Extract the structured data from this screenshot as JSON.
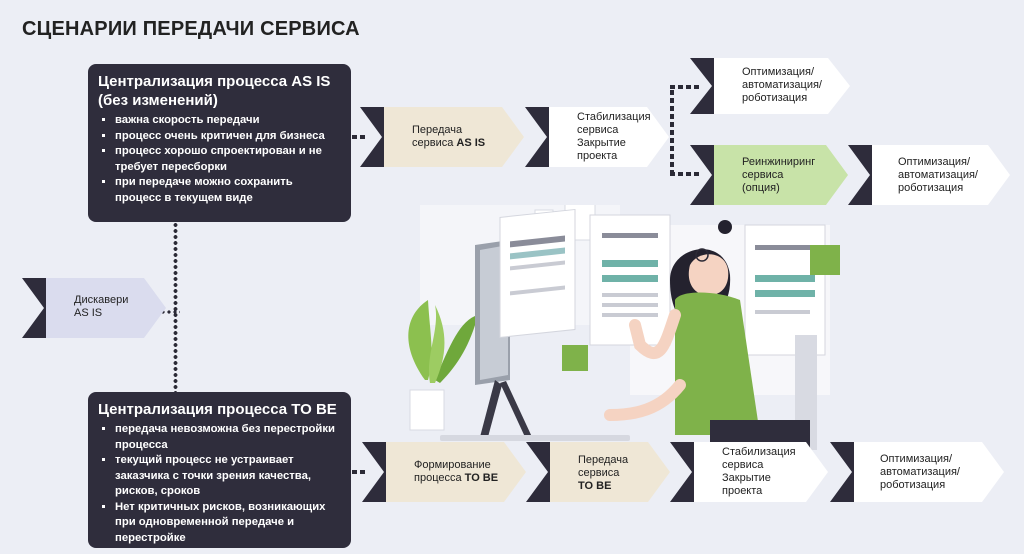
{
  "title": "СЦЕНАРИИ ПЕРЕДАЧИ СЕРВИСА",
  "as_is_box": {
    "title_line1": "Централизация процесса AS IS",
    "title_line2": "(без изменений)",
    "items": [
      "важна скорость передачи",
      "процесс очень критичен для бизнеса",
      "процесс хорошо спроектирован и не требует пересборки",
      "при передаче можно сохранить процесс в текущем виде"
    ]
  },
  "to_be_box": {
    "title": "Централизация процесса TO BE",
    "items": [
      "передача невозможна без перестройки процесса",
      "текущий процесс не устраивает заказчика с точки зрения качества, рисков, сроков",
      "Нет критичных рисков, возникающих при одновременной передаче и перестройке"
    ]
  },
  "discovery": {
    "line1": "Дискавери",
    "line2": "AS IS"
  },
  "top_flow": {
    "transfer": {
      "line1": "Передача",
      "line2_prefix": "сервиса ",
      "line2_bold": "AS IS"
    },
    "stabilize": {
      "line1": "Стабилизация",
      "line2": "сервиса",
      "line3": "Закрытие",
      "line4": "проекта"
    },
    "optimize_a": {
      "line1": "Оптимизация/",
      "line2": "автоматизация/",
      "line3": "роботизация"
    },
    "reengineering": {
      "line1": "Реинжиниринг",
      "line2": "сервиса",
      "line3": "(опция)"
    },
    "optimize_b": {
      "line1": "Оптимизация/",
      "line2": "автоматизация/",
      "line3": "роботизация"
    }
  },
  "bottom_flow": {
    "forming": {
      "line1": "Формирование",
      "line2_prefix": "процесса ",
      "line2_bold": "TO BE"
    },
    "transfer": {
      "line1": "Передача",
      "line2": "сервиса",
      "line3_bold": "TO BE"
    },
    "stabilize": {
      "line1": "Стабилизация",
      "line2": "сервиса",
      "line3": "Закрытие",
      "line4": "проекта"
    },
    "optimize": {
      "line1": "Оптимизация/",
      "line2": "автоматизация/",
      "line3": "роботизация"
    }
  },
  "colors": {
    "dark": "#2f2d3c",
    "beige": "#efe7d6",
    "green": "#c8e3a8",
    "accent_green": "#7fb24a",
    "background": "#eceef5"
  }
}
